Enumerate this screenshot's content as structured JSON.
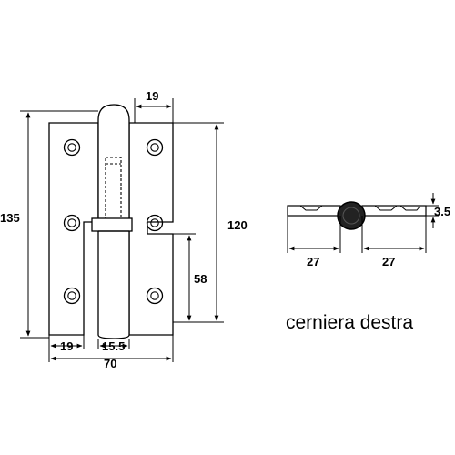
{
  "dimensions": {
    "total_height": "135",
    "leaf_height": "120",
    "pin_offset": "58",
    "top_width": "19",
    "left_leaf_width": "19",
    "knuckle_width": "15.5",
    "total_width": "70",
    "thickness": "3.5",
    "section_left": "27",
    "section_right": "27"
  },
  "caption": "cerniera destra",
  "colors": {
    "line": "#000000",
    "background": "#ffffff",
    "knuckle_section": "#222222"
  }
}
